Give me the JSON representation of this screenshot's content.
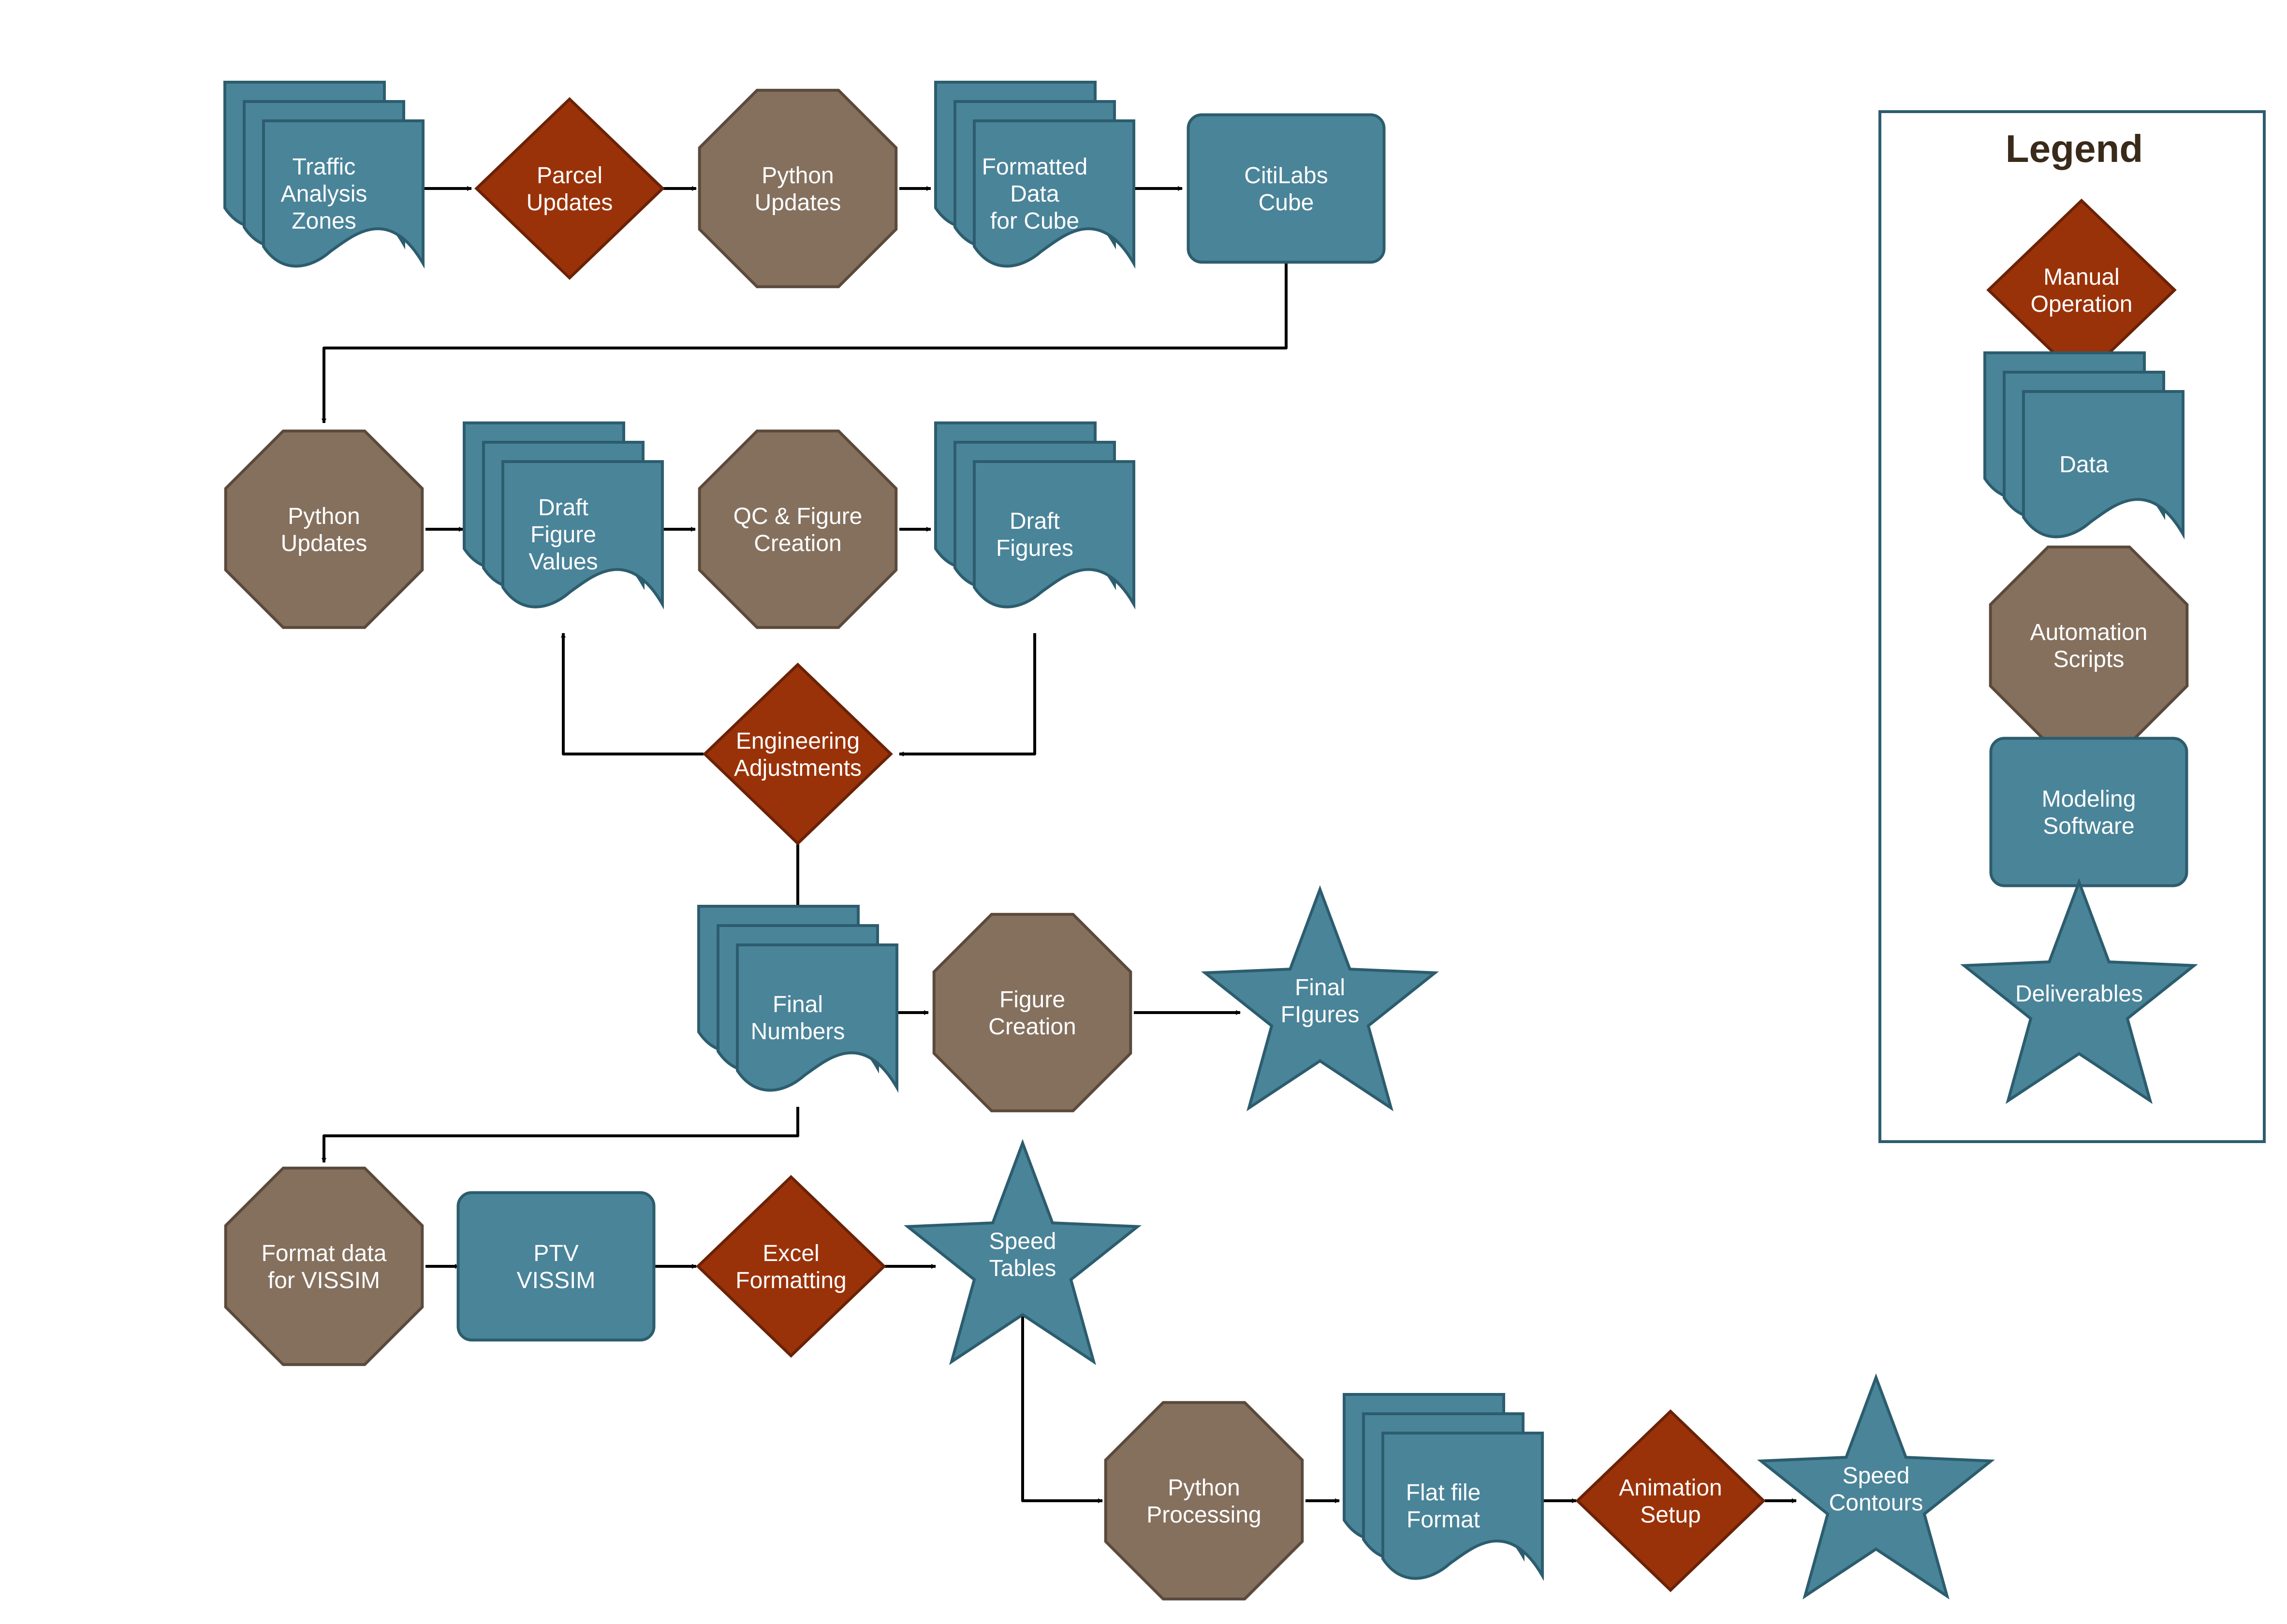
{
  "colors": {
    "data": "#4a8499",
    "manual": "#9a3209",
    "script": "#85705e",
    "software": "#4a8499",
    "deliverable": "#4a8499",
    "data_stroke": "#2c5d6e",
    "manual_stroke": "#6b2206",
    "script_stroke": "#5b4a3c",
    "legend_border": "#2c5d6e"
  },
  "legend": {
    "title": "Legend",
    "items": [
      {
        "type": "manual",
        "label": "Manual\nOperation"
      },
      {
        "type": "data",
        "label": "Data"
      },
      {
        "type": "script",
        "label": "Automation\nScripts"
      },
      {
        "type": "software",
        "label": "Modeling\nSoftware"
      },
      {
        "type": "deliverable",
        "label": "Deliverables"
      }
    ]
  },
  "nodes": [
    {
      "id": "taz",
      "type": "data",
      "label": "Traffic\nAnalysis\nZones"
    },
    {
      "id": "parcel",
      "type": "manual",
      "label": "Parcel\nUpdates"
    },
    {
      "id": "py1",
      "type": "script",
      "label": "Python\nUpdates"
    },
    {
      "id": "fmtcube",
      "type": "data",
      "label": "Formatted\nData\nfor Cube"
    },
    {
      "id": "cube",
      "type": "software",
      "label": "CitiLabs\nCube"
    },
    {
      "id": "py2",
      "type": "script",
      "label": "Python\nUpdates"
    },
    {
      "id": "draftvals",
      "type": "data",
      "label": "Draft\nFigure\nValues"
    },
    {
      "id": "qc",
      "type": "script",
      "label": "QC & Figure\nCreation"
    },
    {
      "id": "draftfigs",
      "type": "data",
      "label": "Draft\nFigures"
    },
    {
      "id": "eng",
      "type": "manual",
      "label": "Engineering\nAdjustments"
    },
    {
      "id": "finalnums",
      "type": "data",
      "label": "Final\nNumbers"
    },
    {
      "id": "figcreate",
      "type": "script",
      "label": "Figure\nCreation"
    },
    {
      "id": "finalfigs",
      "type": "deliverable",
      "label": "Final\nFIgures"
    },
    {
      "id": "fmtvissim",
      "type": "script",
      "label": "Format data\nfor VISSIM"
    },
    {
      "id": "vissim",
      "type": "software",
      "label": "PTV\nVISSIM"
    },
    {
      "id": "excel",
      "type": "manual",
      "label": "Excel\nFormatting"
    },
    {
      "id": "speedtables",
      "type": "deliverable",
      "label": "Speed\nTables"
    },
    {
      "id": "pyproc",
      "type": "script",
      "label": "Python\nProcessing"
    },
    {
      "id": "flatfile",
      "type": "data",
      "label": "Flat file\nFormat"
    },
    {
      "id": "anim",
      "type": "manual",
      "label": "Animation\nSetup"
    },
    {
      "id": "contours",
      "type": "deliverable",
      "label": "Speed\nContours"
    }
  ],
  "edges": [
    {
      "from": "taz",
      "to": "parcel"
    },
    {
      "from": "parcel",
      "to": "py1"
    },
    {
      "from": "py1",
      "to": "fmtcube"
    },
    {
      "from": "fmtcube",
      "to": "cube"
    },
    {
      "from": "cube",
      "to": "py2"
    },
    {
      "from": "py2",
      "to": "draftvals"
    },
    {
      "from": "draftvals",
      "to": "qc"
    },
    {
      "from": "qc",
      "to": "draftfigs"
    },
    {
      "from": "draftfigs",
      "to": "eng"
    },
    {
      "from": "eng",
      "to": "draftvals"
    },
    {
      "from": "eng",
      "to": "finalnums"
    },
    {
      "from": "finalnums",
      "to": "figcreate"
    },
    {
      "from": "figcreate",
      "to": "finalfigs"
    },
    {
      "from": "finalnums",
      "to": "fmtvissim"
    },
    {
      "from": "fmtvissim",
      "to": "vissim"
    },
    {
      "from": "vissim",
      "to": "excel"
    },
    {
      "from": "excel",
      "to": "speedtables"
    },
    {
      "from": "speedtables",
      "to": "pyproc"
    },
    {
      "from": "pyproc",
      "to": "flatfile"
    },
    {
      "from": "flatfile",
      "to": "anim"
    },
    {
      "from": "anim",
      "to": "contours"
    }
  ]
}
